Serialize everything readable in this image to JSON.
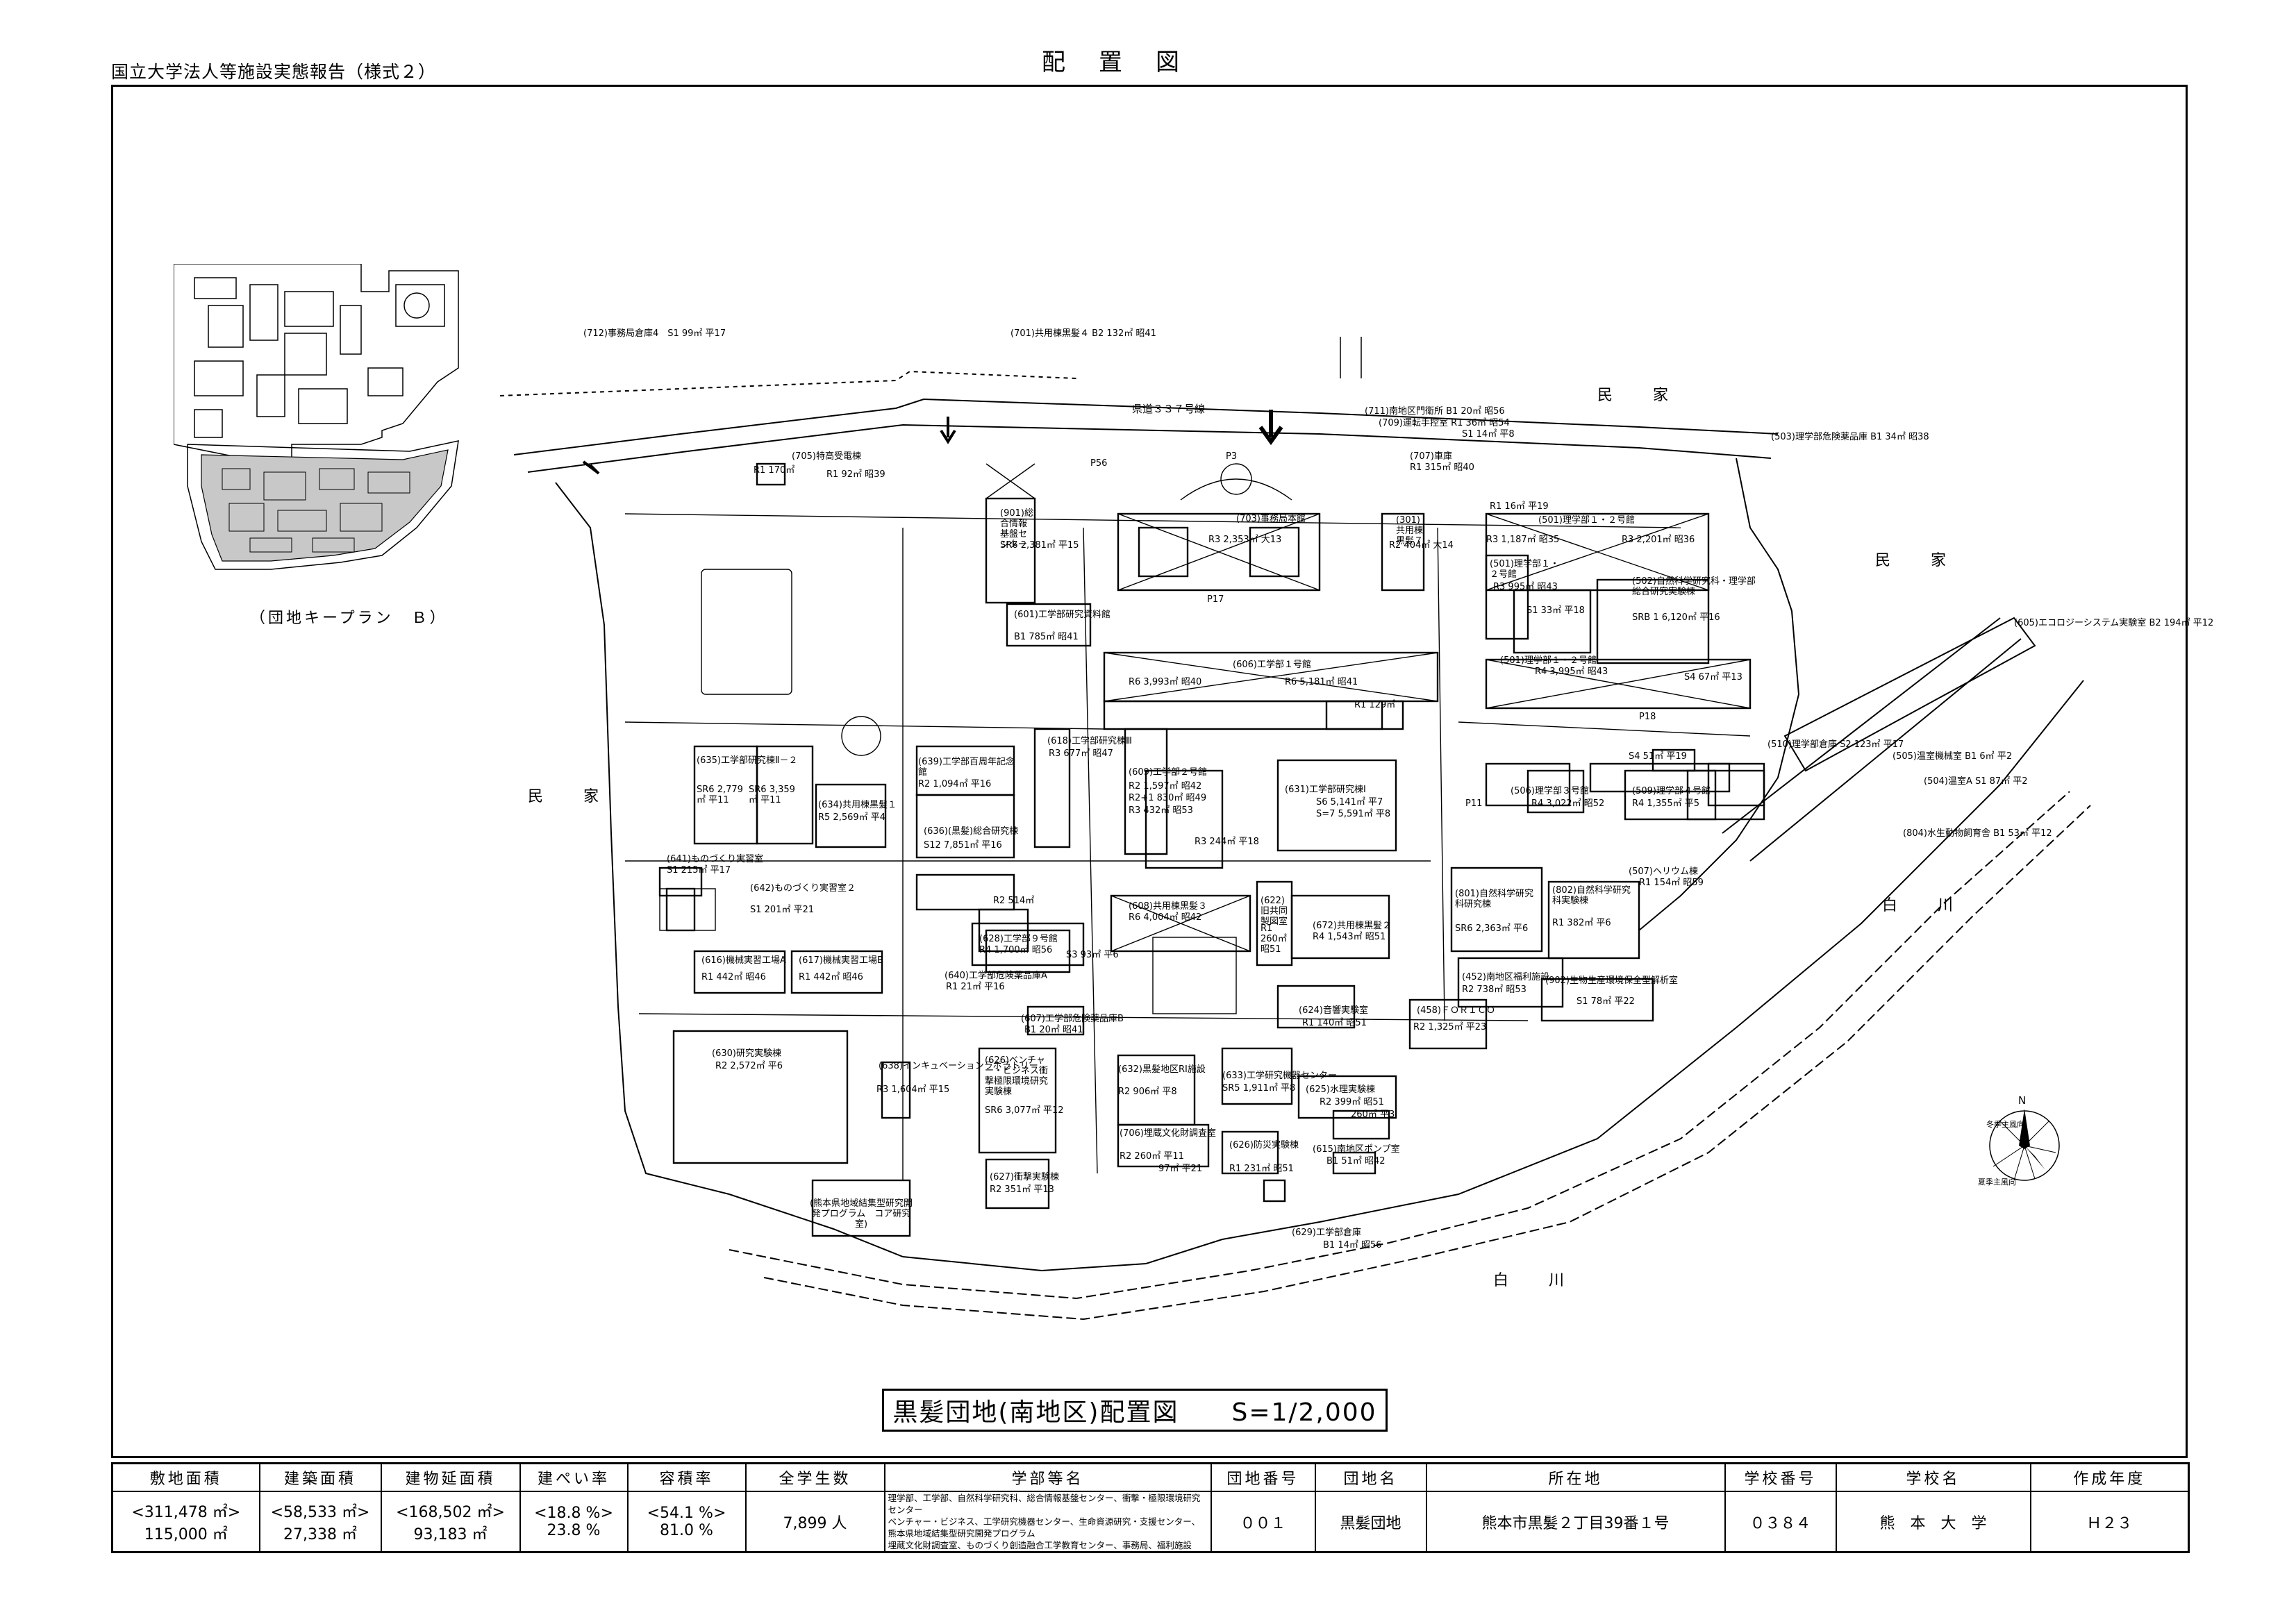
{
  "header": {
    "form_name": "国立大学法人等施設実態報告（様式２）",
    "sheet_title": "配置図"
  },
  "keyplan": {
    "caption": "（団地キープラン　Ｂ）"
  },
  "map_labels": {
    "neighbors": [
      "民　家",
      "民　家",
      "民　家"
    ],
    "river": [
      "白　川",
      "白　川"
    ],
    "road": "県道３３７号線",
    "parking": [
      "P56",
      "P3",
      "P17",
      "P11",
      "P18"
    ],
    "buildings": [
      "(712)事務局倉庫4　S1 99㎡ 平17",
      "(701)共用棟黒髪４ B2 132㎡ 昭41",
      "(705)特高受電棟",
      "R1 170㎡",
      "R1 92㎡ 昭39",
      "(711)南地区門衛所 B1 20㎡ 昭56",
      "(709)運転手控室 R1 36㎡ 昭54",
      "S1 14㎡ 平8",
      "(503)理学部危険薬品庫 B1 34㎡ 昭38",
      "(707)車庫",
      "R1 315㎡ 昭40",
      "(901)総合情報基盤センター",
      "SR6 2,381㎡ 平15",
      "(703)事務局本館",
      "R3 2,353㎡ 大13",
      "(301)共用棟黒髪７",
      "R2 404㎡ 大14",
      "R1 16㎡ 平19",
      "(501)理学部１・２号館",
      "R3 1,187㎡ 昭35",
      "R3 2,201㎡ 昭36",
      "(501)理学部１・２号館",
      "R3 995㎡ 昭43",
      "S1 33㎡ 平18",
      "(502)自然科学研究科・理学部総合研究実験棟",
      "SRB 1 6,120㎡ 平16",
      "(601)工学部研究資料館",
      "B1 785㎡ 昭41",
      "(605)エコロジーシステム実験室 B2 194㎡ 平12",
      "(606)工学部１号館",
      "R6 3,993㎡ 昭40",
      "R6 5,181㎡ 昭41",
      "R1 129㎡",
      "(501)理学部１・２号館",
      "R4 3,995㎡ 昭43",
      "S4 67㎡ 平13",
      "(618)工学部研究棟Ⅲ",
      "R3 677㎡ 昭47",
      "(635)工学部研究棟Ⅱ－２",
      "SR6 2,779㎡ 平11",
      "SR6 3,359㎡ 平11",
      "(639)工学部百周年記念館",
      "R2 1,094㎡ 平16",
      "(609)工学部２号館",
      "R2 1,597㎡ 昭42",
      "R2+1 830㎡ 昭49",
      "R3 432㎡ 昭53",
      "(631)工学部研究棟Ⅰ",
      "S6 5,141㎡ 平7",
      "S=7 5,591㎡ 平8",
      "(510)理学部倉庫 S2 123㎡ 平17",
      "(505)温室機械室 B1 6㎡ 平2",
      "S4 51㎡ 平19",
      "(504)温室A S1 87㎡ 平2",
      "(634)共用棟黒髪１",
      "R5 2,569㎡ 平4",
      "(506)理学部３号館",
      "R4 3,022㎡ 昭52",
      "(509)理学部４号館",
      "R4 1,355㎡ 平5",
      "(636)(黒髪)総合研究棟",
      "S12 7,851㎡ 平16",
      "R3 244㎡ 平18",
      "(804)水生動物飼育舎 B1 53㎡ 平12",
      "(641)ものづくり実習室",
      "S1 215㎡ 平17",
      "(642)ものづくり実習室２",
      "S1 201㎡ 平21",
      "(507)ヘリウム棟",
      "R1 154㎡ 昭59",
      "R2 514㎡",
      "(608)共用棟黒髪３",
      "R6 4,004㎡ 昭42",
      "(622)旧共同製図室",
      "R1 260㎡ 昭51",
      "(672)共用棟黒髪２",
      "R4 1,543㎡ 昭51",
      "(801)自然科学研究科研究棟",
      "SR6 2,363㎡ 平6",
      "(802)自然科学研究科実験棟",
      "R1 382㎡ 平6",
      "(628)工学部９号館",
      "R4 1,700㎡ 昭56",
      "S3 93㎡ 平6",
      "(616)機械実習工場A",
      "R1 442㎡ 昭46",
      "(617)機械実習工場B",
      "R1 442㎡ 昭46",
      "(640)工学部危険薬品庫A",
      "R1 21㎡ 平16",
      "(452)南地区福利施設",
      "R2 738㎡ 昭53",
      "(902)生物生産環境保全型解析室",
      "S1 78㎡ 平22",
      "(607)工学部危険薬品庫B",
      "B1 20㎡ 昭41",
      "(624)音響実験室",
      "R1 140㎡ 昭51",
      "(458)ＦＯＲＩＣＯ",
      "R2 1,325㎡ 平23",
      "(630)研究実験棟",
      "R2 2,572㎡ 平6",
      "(638)インキュベーションラボラトリー",
      "R3 1,604㎡ 平15",
      "(626)ベンチャー・ビジネス衝撃極限環境研究実験棟",
      "SR6 3,077㎡ 平12",
      "(632)黒髪地区RI施設",
      "R2 906㎡ 平8",
      "(633)工学研究機器センター",
      "SR5 1,911㎡ 平8",
      "(625)水理実験棟",
      "R2 399㎡ 昭51",
      "260㎡ 平3",
      "(706)埋蔵文化財調査室",
      "R2 260㎡ 平11",
      "97㎡ 平21",
      "(627)衝撃実験棟",
      "R2 351㎡ 平13",
      "(626)防災実験棟",
      "R1 231㎡ 昭51",
      "(615)南地区ポンプ室",
      "B1 51㎡ 昭42",
      "(熊本県地域結集型研究開発プログラム　コア研究室)",
      "(629)工学部倉庫",
      "B1 14㎡ 昭56"
    ],
    "wind": [
      "冬季主風向",
      "夏季主風向"
    ],
    "north": "N"
  },
  "map_title": "黒髪団地(南地区)配置図　　S=1/2,000",
  "info_table": {
    "headers": [
      "敷地面積",
      "建築面積",
      "建物延面積",
      "建ぺい率",
      "容積率",
      "全学生数",
      "学部等名",
      "団地番号",
      "団地名",
      "所在地",
      "学校番号",
      "学校名",
      "作成年度"
    ],
    "site_area": [
      "<311,478 ㎡>",
      "115,000 ㎡"
    ],
    "building_area": [
      "<58,533 ㎡>",
      "27,338 ㎡"
    ],
    "floor_area": [
      "<168,502 ㎡>",
      "93,183 ㎡"
    ],
    "coverage": [
      "<18.8 %>",
      "23.8 %"
    ],
    "far": [
      "<54.1 %>",
      "81.0 %"
    ],
    "students": "7,899 人",
    "departments": [
      "理学部、工学部、自然科学研究科、総合情報基盤センター、衝撃・極限環境研究センター",
      "ベンチャー・ビジネス、工学研究機器センター、生命資源研究・支援センター、熊本県地域結集型研究開発プログラム",
      "埋蔵文化財調査室、ものづくり創造融合工学教育センター、事務局、福利施設"
    ],
    "site_number": "００１",
    "site_name": "黒髪団地",
    "address": "熊本市黒髪２丁目39番１号",
    "school_number": "０３８４",
    "school_name": "熊　本　大　学",
    "year": "Ｈ２３"
  }
}
